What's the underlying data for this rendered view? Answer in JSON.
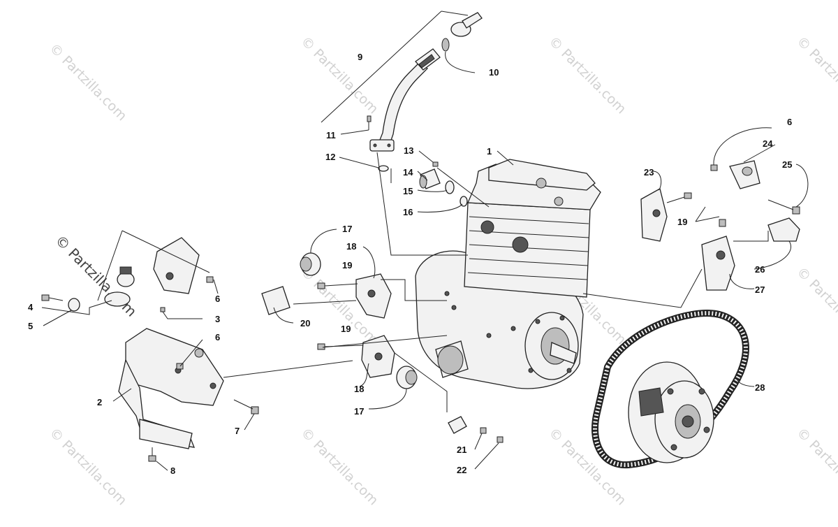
{
  "watermark": {
    "text": "© Partzilla.com"
  },
  "callouts": [
    {
      "id": "c1",
      "label": "1"
    },
    {
      "id": "c2",
      "label": "2"
    },
    {
      "id": "c3",
      "label": "3"
    },
    {
      "id": "c4",
      "label": "4"
    },
    {
      "id": "c5",
      "label": "5"
    },
    {
      "id": "c6a",
      "label": "6"
    },
    {
      "id": "c6b",
      "label": "6"
    },
    {
      "id": "c6c",
      "label": "6"
    },
    {
      "id": "c7",
      "label": "7"
    },
    {
      "id": "c8",
      "label": "8"
    },
    {
      "id": "c9",
      "label": "9"
    },
    {
      "id": "c10",
      "label": "10"
    },
    {
      "id": "c11",
      "label": "11"
    },
    {
      "id": "c12",
      "label": "12"
    },
    {
      "id": "c13",
      "label": "13"
    },
    {
      "id": "c14",
      "label": "14"
    },
    {
      "id": "c15",
      "label": "15"
    },
    {
      "id": "c16",
      "label": "16"
    },
    {
      "id": "c17a",
      "label": "17"
    },
    {
      "id": "c17b",
      "label": "17"
    },
    {
      "id": "c18a",
      "label": "18"
    },
    {
      "id": "c18b",
      "label": "18"
    },
    {
      "id": "c19a",
      "label": "19"
    },
    {
      "id": "c19b",
      "label": "19"
    },
    {
      "id": "c19c",
      "label": "19"
    },
    {
      "id": "c20",
      "label": "20"
    },
    {
      "id": "c21",
      "label": "21"
    },
    {
      "id": "c22",
      "label": "22"
    },
    {
      "id": "c23",
      "label": "23"
    },
    {
      "id": "c24",
      "label": "24"
    },
    {
      "id": "c25",
      "label": "25"
    },
    {
      "id": "c26",
      "label": "26"
    },
    {
      "id": "c27",
      "label": "27"
    },
    {
      "id": "c28",
      "label": "28"
    }
  ]
}
